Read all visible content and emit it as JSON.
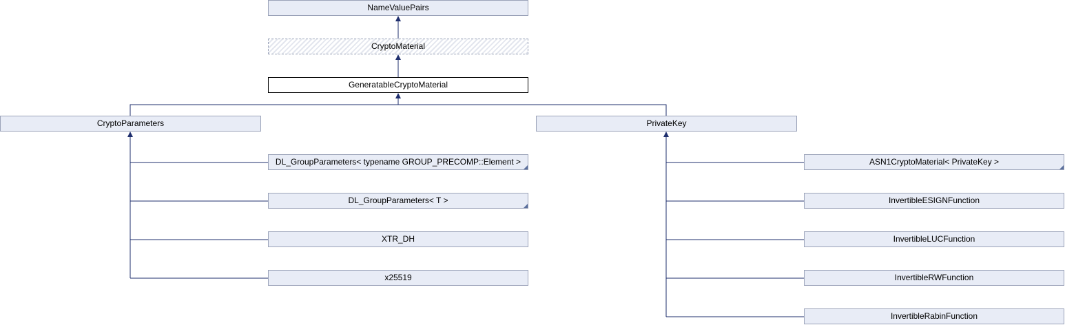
{
  "nodes": {
    "namevaluepairs": "NameValuePairs",
    "cryptomaterial": "CryptoMaterial",
    "generatable": "GeneratableCryptoMaterial",
    "cryptoparameters": "CryptoParameters",
    "privatekey": "PrivateKey",
    "dl_group_precomp": "DL_GroupParameters< typename GROUP_PRECOMP::Element >",
    "dl_group_t": "DL_GroupParameters< T >",
    "xtr_dh": "XTR_DH",
    "x25519": "x25519",
    "asn1_privatekey": "ASN1CryptoMaterial< PrivateKey >",
    "inv_esign": "InvertibleESIGNFunction",
    "inv_luc": "InvertibleLUCFunction",
    "inv_rw": "InvertibleRWFunction",
    "inv_rabin": "InvertibleRabinFunction"
  },
  "colors": {
    "edge": "#1f2f6e",
    "node_fill": "#e8ecf6",
    "node_border": "#9aa2b8"
  }
}
